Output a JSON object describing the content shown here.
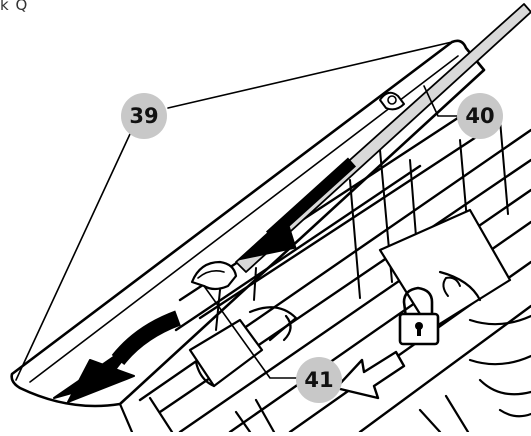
{
  "header": {
    "corner_text": "k Q"
  },
  "callouts": {
    "c39": "39",
    "c40": "40",
    "c41": "41"
  },
  "colors": {
    "line": "#000000",
    "callout_fill": "#c8c8c8",
    "rod_fill": "#d9d9d9"
  },
  "icons": {
    "lock": "padlock-icon",
    "direction": "outline-arrow-icon"
  }
}
